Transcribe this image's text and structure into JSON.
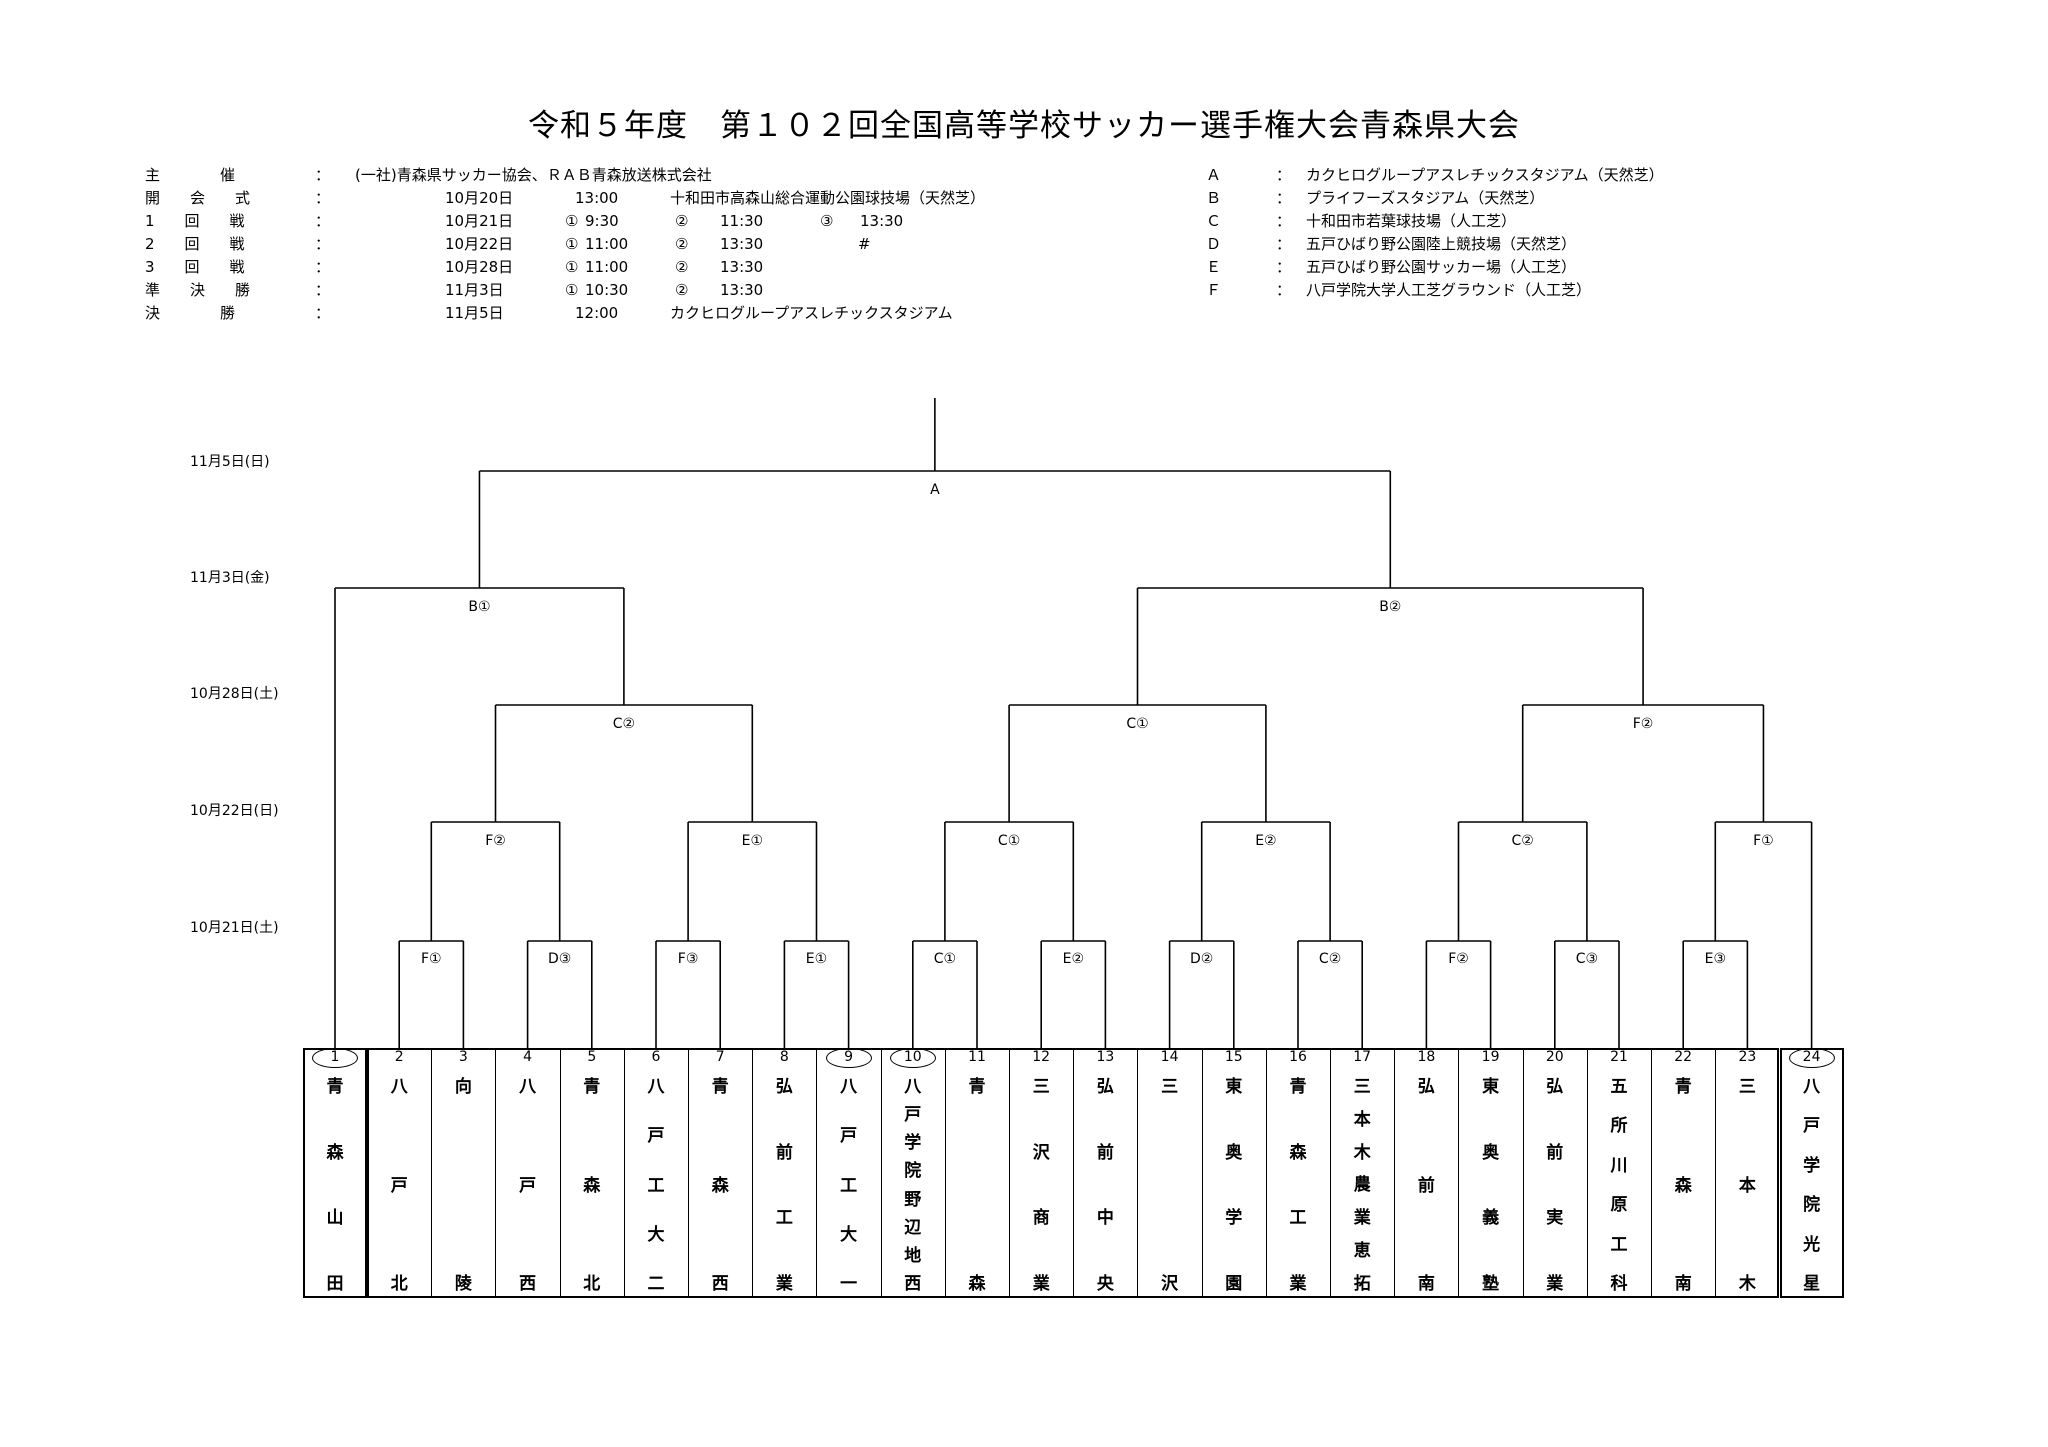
{
  "title": "令和５年度　第１０２回全国高等学校サッカー選手権大会青森県大会",
  "schedule": [
    {
      "label": "主　　　　催",
      "colon": "：",
      "c1": "(一社)青森県サッカー協会、ＲＡＢ青森放送株式会社",
      "c2": "",
      "c3": "",
      "c4": "",
      "c5": "",
      "c6": "",
      "c7": "",
      "c8": ""
    },
    {
      "label": "開　　会　　式",
      "colon": "：",
      "c1": "10月20日",
      "c2": "13:00",
      "c3": "十和田市高森山総合運動公園球技場（天然芝）",
      "c4": "",
      "c5": "",
      "c6": "",
      "c7": "",
      "c8": ""
    },
    {
      "label": "1　　回　　戦",
      "colon": "：",
      "c1": "10月21日",
      "c2": "①",
      "c3": "9:30",
      "c4": "②",
      "c5": "11:30",
      "c6": "③",
      "c7": "13:30",
      "c8": ""
    },
    {
      "label": "2　　回　　戦",
      "colon": "：",
      "c1": "10月22日",
      "c2": "①",
      "c3": "11:00",
      "c4": "②",
      "c5": "13:30",
      "c6": "",
      "c7": "",
      "c8": "#"
    },
    {
      "label": "3　　回　　戦",
      "colon": "：",
      "c1": "10月28日",
      "c2": "①",
      "c3": "11:00",
      "c4": "②",
      "c5": "13:30",
      "c6": "",
      "c7": "",
      "c8": ""
    },
    {
      "label": "準　　決　　勝",
      "colon": "：",
      "c1": "11月3日",
      "c2": "①",
      "c3": "10:30",
      "c4": "②",
      "c5": "13:30",
      "c6": "",
      "c7": "",
      "c8": ""
    },
    {
      "label": "決　　　　勝",
      "colon": "：",
      "c1": "11月5日",
      "c2": "12:00",
      "c3": "カクヒログループアスレチックスタジアム",
      "c4": "",
      "c5": "",
      "c6": "",
      "c7": "",
      "c8": ""
    }
  ],
  "venues": [
    {
      "code": "Ａ",
      "colon": "：",
      "name": "カクヒログループアスレチックスタジアム（天然芝）"
    },
    {
      "code": "Ｂ",
      "colon": "：",
      "name": "プライフーズスタジアム（天然芝）"
    },
    {
      "code": "Ｃ",
      "colon": "：",
      "name": "十和田市若葉球技場（人工芝）"
    },
    {
      "code": "Ｄ",
      "colon": "：",
      "name": "五戸ひばり野公園陸上競技場（天然芝）"
    },
    {
      "code": "Ｅ",
      "colon": "：",
      "name": "五戸ひばり野公園サッカー場（人工芝）"
    },
    {
      "code": "Ｆ",
      "colon": "：",
      "name": "八戸学院大学人工芝グラウンド（人工芝）"
    }
  ],
  "dates": [
    "11月5日(日)",
    "11月3日(金)",
    "10月28日(土)",
    "10月22日(日)",
    "10月21日(土)"
  ],
  "round1_venues": [
    "F①",
    "D③",
    "F③",
    "E①",
    "C①",
    "E②",
    "D②",
    "C②",
    "F②",
    "C③",
    "E③"
  ],
  "round2_venues": [
    "F②",
    "E①",
    "C①",
    "E②",
    "C②",
    "F①"
  ],
  "round3_venues": [
    "C②",
    "C①",
    "F②"
  ],
  "semi_venues": [
    "B①",
    "B②"
  ],
  "final_venue": "A",
  "teams": [
    {
      "num": "1",
      "circled": true,
      "name": [
        "青",
        "森",
        "山",
        "田"
      ]
    },
    {
      "num": "2",
      "circled": false,
      "name": [
        "八",
        "戸",
        "北"
      ]
    },
    {
      "num": "3",
      "circled": false,
      "name": [
        "向",
        "",
        "陵"
      ]
    },
    {
      "num": "4",
      "circled": false,
      "name": [
        "八",
        "戸",
        "西"
      ]
    },
    {
      "num": "5",
      "circled": false,
      "name": [
        "青",
        "森",
        "北"
      ]
    },
    {
      "num": "6",
      "circled": false,
      "name": [
        "八",
        "戸",
        "工",
        "大",
        "二"
      ]
    },
    {
      "num": "7",
      "circled": false,
      "name": [
        "青",
        "森",
        "西"
      ]
    },
    {
      "num": "8",
      "circled": false,
      "name": [
        "弘",
        "前",
        "工",
        "業"
      ]
    },
    {
      "num": "9",
      "circled": true,
      "name": [
        "八",
        "戸",
        "工",
        "大",
        "一"
      ]
    },
    {
      "num": "10",
      "circled": true,
      "name": [
        "八",
        "戸",
        "学",
        "院",
        "野",
        "辺",
        "地",
        "西"
      ]
    },
    {
      "num": "11",
      "circled": false,
      "name": [
        "青",
        "",
        "森"
      ]
    },
    {
      "num": "12",
      "circled": false,
      "name": [
        "三",
        "沢",
        "商",
        "業"
      ]
    },
    {
      "num": "13",
      "circled": false,
      "name": [
        "弘",
        "前",
        "中",
        "央"
      ]
    },
    {
      "num": "14",
      "circled": false,
      "name": [
        "三",
        "",
        "沢"
      ]
    },
    {
      "num": "15",
      "circled": false,
      "name": [
        "東",
        "奥",
        "学",
        "園"
      ]
    },
    {
      "num": "16",
      "circled": false,
      "name": [
        "青",
        "森",
        "工",
        "業"
      ]
    },
    {
      "num": "17",
      "circled": false,
      "name": [
        "三",
        "本",
        "木",
        "農",
        "業",
        "恵",
        "拓"
      ]
    },
    {
      "num": "18",
      "circled": false,
      "name": [
        "弘",
        "前",
        "南"
      ]
    },
    {
      "num": "19",
      "circled": false,
      "name": [
        "東",
        "奥",
        "義",
        "塾"
      ]
    },
    {
      "num": "20",
      "circled": false,
      "name": [
        "弘",
        "前",
        "実",
        "業"
      ]
    },
    {
      "num": "21",
      "circled": false,
      "name": [
        "五",
        "所",
        "川",
        "原",
        "工",
        "科"
      ]
    },
    {
      "num": "22",
      "circled": false,
      "name": [
        "青",
        "森",
        "南"
      ]
    },
    {
      "num": "23",
      "circled": false,
      "name": [
        "三",
        "本",
        "木"
      ]
    },
    {
      "num": "24",
      "circled": true,
      "name": [
        "八",
        "戸",
        "学",
        "院",
        "光",
        "星"
      ]
    }
  ]
}
